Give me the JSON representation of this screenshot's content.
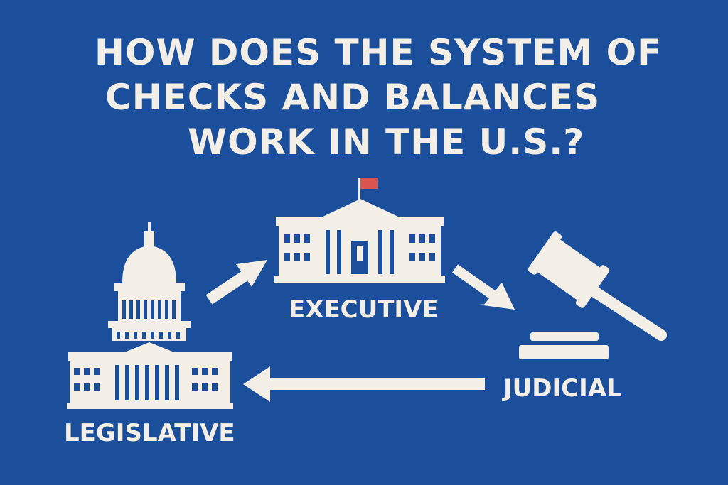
{
  "title": {
    "line1": "HOW DOES THE SYSTEM OF",
    "line2": "CHECKS AND BALANCES",
    "line3": "WORK IN THE U.S.?"
  },
  "branches": {
    "executive": "EXECUTIVE",
    "judicial": "JUDICIAL",
    "legislative": "LEGISLATIVE"
  },
  "colors": {
    "background": "#1c4f9b",
    "foreground": "#f3efe6",
    "flag": "#d9534f"
  },
  "icons": {
    "legislative": "capitol-building-icon",
    "executive": "white-house-icon",
    "judicial": "gavel-icon"
  }
}
